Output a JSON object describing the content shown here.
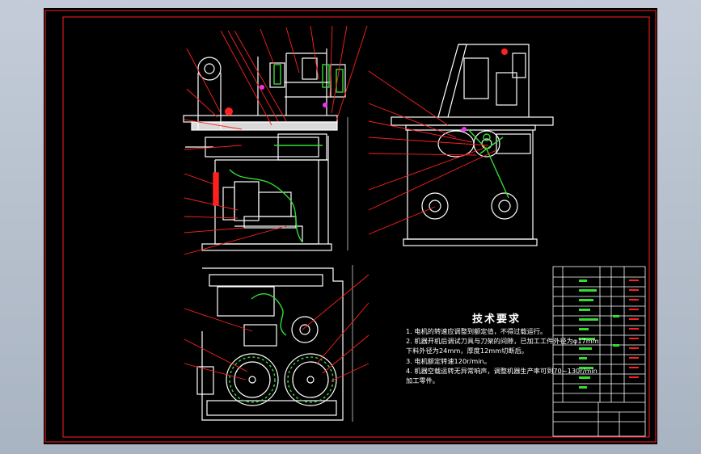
{
  "drawing": {
    "technical_requirements": {
      "title": "技术要求",
      "lines": [
        "1. 电机的转速应调整到额定值，不得过载运行。",
        "2. 机器开机后调试刀具与刀架的间隙，已加工工件外径为φ17mm",
        "下料外径为24mm，厚度12mm切断后。",
        "3. 电机额定转速120r/min。",
        "4. 机器空载运转无异常响声，调整机器生产率可到70~130r/min",
        "加工零件。"
      ]
    },
    "colors": {
      "background": "#000000",
      "line": "#ffffff",
      "border": "#ff2020",
      "leader": "#ff2020",
      "accent_green": "#33dd33",
      "accent_magenta": "#ee33ee",
      "dim_gray": "#8a8a8a"
    }
  }
}
